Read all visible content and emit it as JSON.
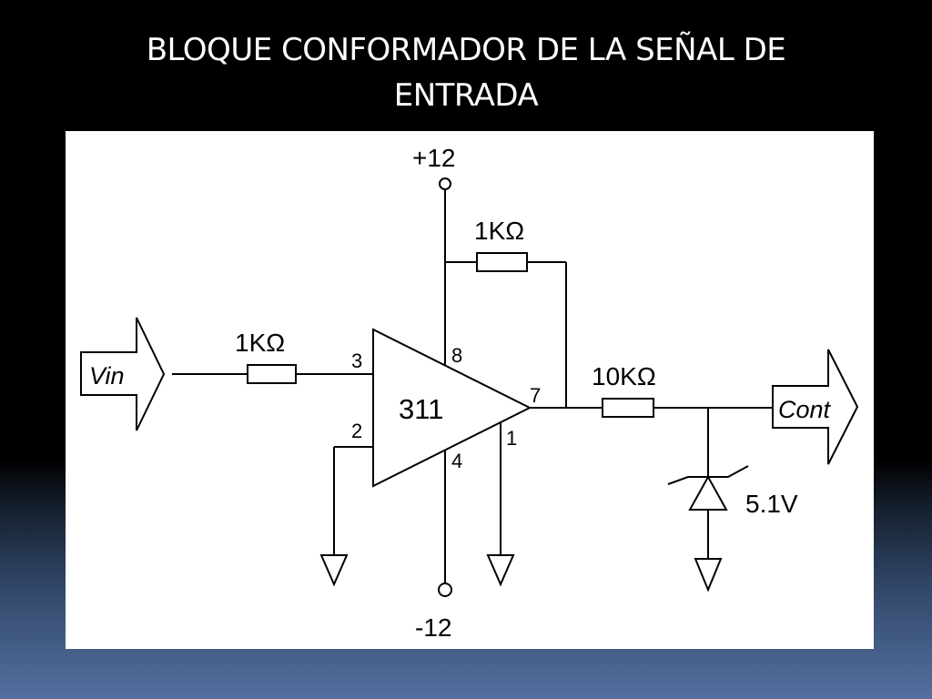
{
  "slide": {
    "title_line1": "BLOQUE CONFORMADOR DE LA SEÑAL DE",
    "title_line2": "ENTRADA"
  },
  "schematic": {
    "supply_positive": "+12",
    "supply_negative": "-12",
    "feedback_resistor": "1KΩ",
    "input_resistor": "1KΩ",
    "output_resistor": "10KΩ",
    "comparator": "311",
    "pin_3": "3",
    "pin_2": "2",
    "pin_8": "8",
    "pin_4": "4",
    "pin_7": "7",
    "pin_1": "1",
    "input_signal": "Vin",
    "output_signal": "Cont",
    "zener_voltage": "5.1V"
  },
  "colors": {
    "ink": "#000000",
    "panel": "#ffffff",
    "title_text": "#ffffff"
  }
}
